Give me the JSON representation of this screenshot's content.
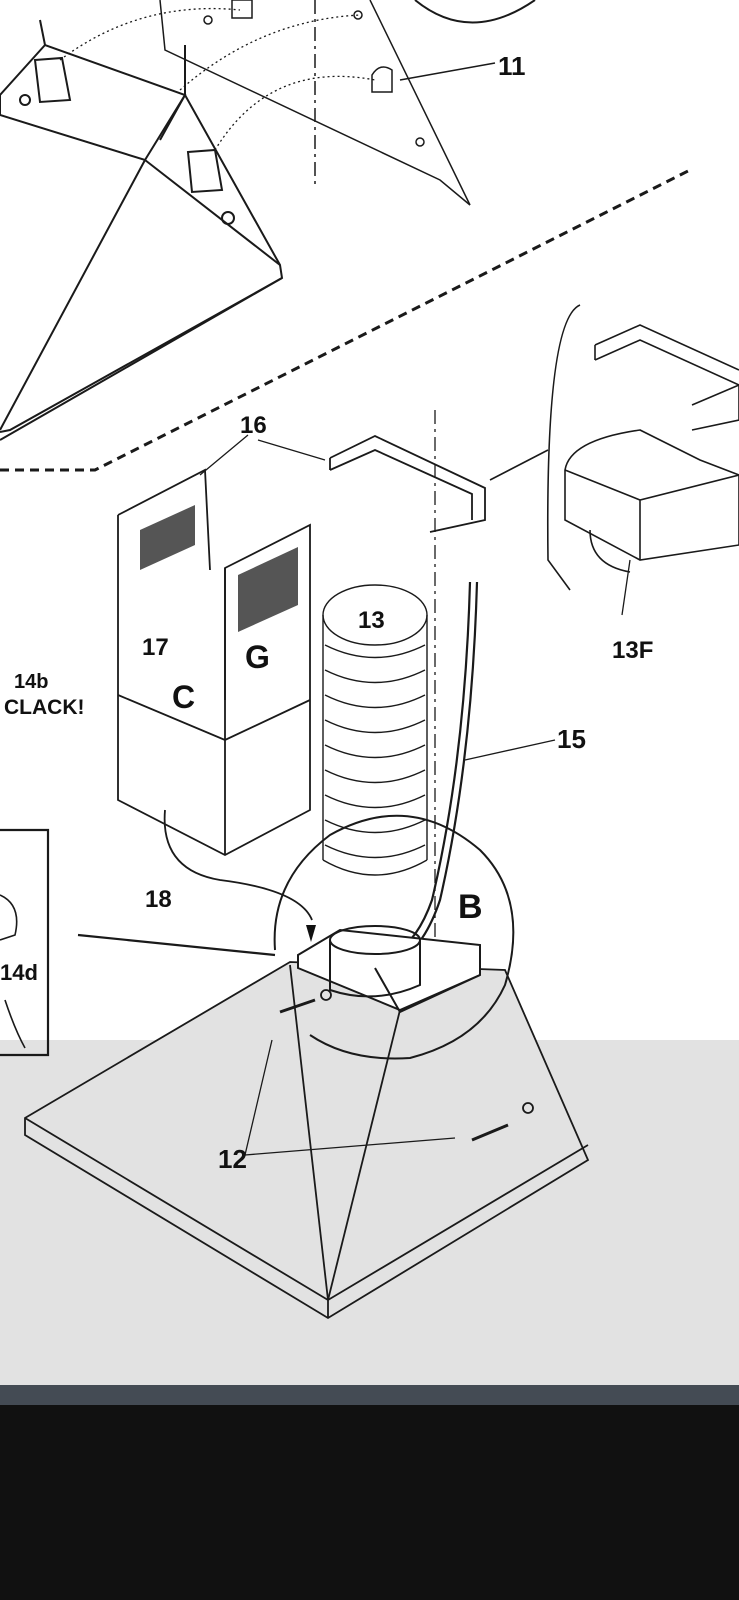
{
  "diagram": {
    "labels": {
      "part_11": "11",
      "part_16": "16",
      "part_13": "13",
      "part_13f": "13F",
      "part_15": "15",
      "part_17": "17",
      "letter_c": "C",
      "letter_g": "G",
      "part_14b": "14b",
      "clack": "CLACK!",
      "part_18": "18",
      "letter_b": "B",
      "part_14d": "14d",
      "part_12": "12"
    }
  }
}
